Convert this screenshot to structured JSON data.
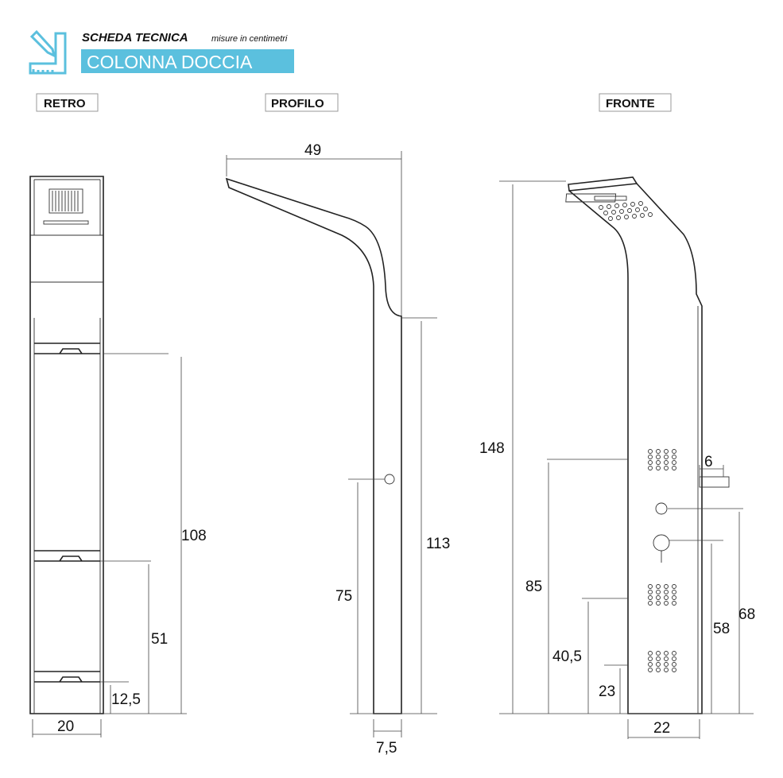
{
  "header": {
    "title": "SCHEDA TECNICA",
    "subtitle": "misure in centimetri",
    "product": "COLONNA DOCCIA",
    "accent_color": "#5bc0de",
    "icon": "ruler-pencil-icon"
  },
  "views": {
    "retro": {
      "label": "RETRO",
      "dims": {
        "height_108": "108",
        "height_51": "51",
        "height_12_5": "12,5",
        "width_20": "20"
      }
    },
    "profilo": {
      "label": "PROFILO",
      "dims": {
        "arm_49": "49",
        "height_113": "113",
        "height_75": "75",
        "depth_7_5": "7,5"
      }
    },
    "fronte": {
      "label": "FRONTE",
      "dims": {
        "height_148": "148",
        "height_85": "85",
        "height_40_5": "40,5",
        "height_23": "23",
        "height_58": "58",
        "height_68": "68",
        "spout_6": "6",
        "width_22": "22"
      }
    }
  }
}
